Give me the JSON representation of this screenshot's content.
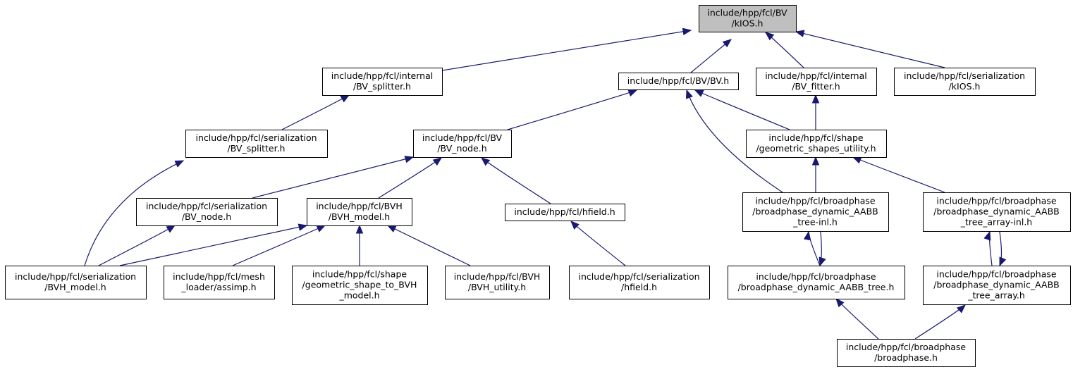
{
  "diagram": {
    "edge_color": "#191970",
    "root_fill": "#bfbfbf",
    "nodes": [
      {
        "id": "kios",
        "lines": [
          "include/hpp/fcl/BV",
          "/kIOS.h"
        ],
        "root": true
      },
      {
        "id": "internal_bv_splitter",
        "lines": [
          "include/hpp/fcl/internal",
          "/BV_splitter.h"
        ]
      },
      {
        "id": "bv_bv",
        "lines": [
          "include/hpp/fcl/BV/BV.h"
        ]
      },
      {
        "id": "internal_bv_fitter",
        "lines": [
          "include/hpp/fcl/internal",
          "/BV_fitter.h"
        ]
      },
      {
        "id": "serialization_kios",
        "lines": [
          "include/hpp/fcl/serialization",
          "/kIOS.h"
        ]
      },
      {
        "id": "serialization_bv_splitter",
        "lines": [
          "include/hpp/fcl/serialization",
          "/BV_splitter.h"
        ]
      },
      {
        "id": "bv_node",
        "lines": [
          "include/hpp/fcl/BV",
          "/BV_node.h"
        ]
      },
      {
        "id": "geometric_shapes_utility",
        "lines": [
          "include/hpp/fcl/shape",
          "/geometric_shapes_utility.h"
        ]
      },
      {
        "id": "serialization_bv_node",
        "lines": [
          "include/hpp/fcl/serialization",
          "/BV_node.h"
        ]
      },
      {
        "id": "bvh_model",
        "lines": [
          "include/hpp/fcl/BVH",
          "/BVH_model.h"
        ]
      },
      {
        "id": "hfield",
        "lines": [
          "include/hpp/fcl/hfield.h"
        ]
      },
      {
        "id": "broadphase_dyn_aabb_tree_inl",
        "lines": [
          "include/hpp/fcl/broadphase",
          "/broadphase_dynamic_AABB",
          "_tree-inl.h"
        ]
      },
      {
        "id": "broadphase_dyn_aabb_tree_array_inl",
        "lines": [
          "include/hpp/fcl/broadphase",
          "/broadphase_dynamic_AABB",
          "_tree_array-inl.h"
        ]
      },
      {
        "id": "serialization_bvh_model",
        "lines": [
          "include/hpp/fcl/serialization",
          "/BVH_model.h"
        ]
      },
      {
        "id": "mesh_loader_assimp",
        "lines": [
          "include/hpp/fcl/mesh",
          "_loader/assimp.h"
        ]
      },
      {
        "id": "geometric_shape_to_bvh_model",
        "lines": [
          "include/hpp/fcl/shape",
          "/geometric_shape_to_BVH",
          "_model.h"
        ]
      },
      {
        "id": "bvh_utility",
        "lines": [
          "include/hpp/fcl/BVH",
          "/BVH_utility.h"
        ]
      },
      {
        "id": "serialization_hfield",
        "lines": [
          "include/hpp/fcl/serialization",
          "/hfield.h"
        ]
      },
      {
        "id": "broadphase_dyn_aabb_tree",
        "lines": [
          "include/hpp/fcl/broadphase",
          "/broadphase_dynamic_AABB_tree.h"
        ]
      },
      {
        "id": "broadphase_dyn_aabb_tree_array",
        "lines": [
          "include/hpp/fcl/broadphase",
          "/broadphase_dynamic_AABB",
          "_tree_array.h"
        ]
      },
      {
        "id": "broadphase",
        "lines": [
          "include/hpp/fcl/broadphase",
          "/broadphase.h"
        ]
      }
    ],
    "edges": [
      {
        "from": "internal_bv_splitter",
        "to": "kios"
      },
      {
        "from": "bv_bv",
        "to": "kios"
      },
      {
        "from": "internal_bv_fitter",
        "to": "kios"
      },
      {
        "from": "serialization_kios",
        "to": "kios"
      },
      {
        "from": "serialization_bv_splitter",
        "to": "internal_bv_splitter"
      },
      {
        "from": "bv_node",
        "to": "bv_bv"
      },
      {
        "from": "geometric_shapes_utility",
        "to": "bv_bv"
      },
      {
        "from": "broadphase_dyn_aabb_tree_inl",
        "to": "bv_bv"
      },
      {
        "from": "geometric_shapes_utility",
        "to": "internal_bv_fitter"
      },
      {
        "from": "serialization_bvh_model",
        "to": "serialization_bv_splitter"
      },
      {
        "from": "serialization_bv_node",
        "to": "bv_node"
      },
      {
        "from": "bvh_model",
        "to": "bv_node"
      },
      {
        "from": "hfield",
        "to": "bv_node"
      },
      {
        "from": "broadphase_dyn_aabb_tree_inl",
        "to": "geometric_shapes_utility"
      },
      {
        "from": "broadphase_dyn_aabb_tree_array_inl",
        "to": "geometric_shapes_utility"
      },
      {
        "from": "serialization_bvh_model",
        "to": "serialization_bv_node"
      },
      {
        "from": "serialization_bvh_model",
        "to": "bvh_model"
      },
      {
        "from": "mesh_loader_assimp",
        "to": "bvh_model"
      },
      {
        "from": "geometric_shape_to_bvh_model",
        "to": "bvh_model"
      },
      {
        "from": "bvh_utility",
        "to": "bvh_model"
      },
      {
        "from": "serialization_hfield",
        "to": "hfield"
      },
      {
        "from": "broadphase_dyn_aabb_tree",
        "to": "broadphase_dyn_aabb_tree_inl"
      },
      {
        "from": "broadphase_dyn_aabb_tree_inl",
        "to": "broadphase_dyn_aabb_tree"
      },
      {
        "from": "broadphase_dyn_aabb_tree_array",
        "to": "broadphase_dyn_aabb_tree_array_inl"
      },
      {
        "from": "broadphase_dyn_aabb_tree_array_inl",
        "to": "broadphase_dyn_aabb_tree_array"
      },
      {
        "from": "broadphase",
        "to": "broadphase_dyn_aabb_tree"
      },
      {
        "from": "broadphase",
        "to": "broadphase_dyn_aabb_tree_array"
      }
    ]
  }
}
